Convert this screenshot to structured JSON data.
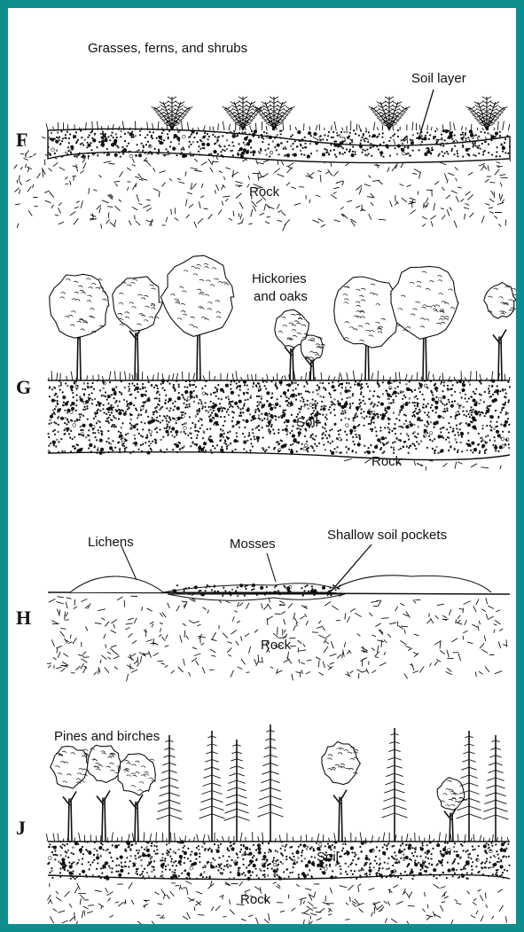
{
  "panels": [
    {
      "letter": "F",
      "labels": {
        "vegetation": "Grasses, ferns, and shrubs",
        "soil": "Soil layer",
        "rock": "Rock"
      }
    },
    {
      "letter": "G",
      "labels": {
        "vegetation_line1": "Hickories",
        "vegetation_line2": "and oaks",
        "soil": "Soil",
        "rock": "Rock"
      }
    },
    {
      "letter": "H",
      "labels": {
        "lichens": "Lichens",
        "mosses": "Mosses",
        "soil": "Shallow soil pockets",
        "rock": "Rock"
      }
    },
    {
      "letter": "J",
      "labels": {
        "vegetation": "Pines and birches",
        "soil": "Soil",
        "rock": "Rock"
      }
    }
  ],
  "colors": {
    "frame": "#0e8d8f",
    "ink": "#111111"
  }
}
